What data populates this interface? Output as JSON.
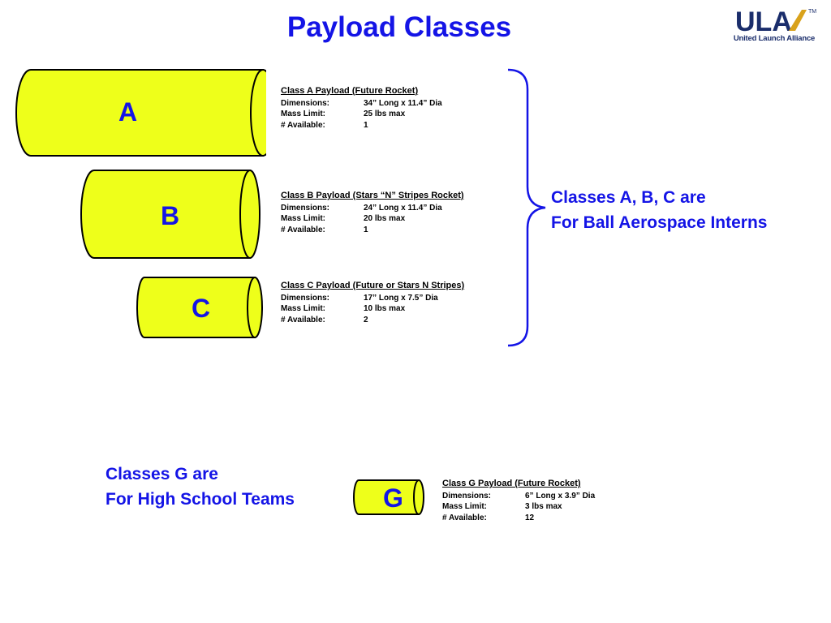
{
  "title": "Payload Classes",
  "logo": {
    "mark": "ULA",
    "tm": "TM",
    "name": "United Launch Alliance"
  },
  "colors": {
    "title_blue": "#1414e6",
    "cylinder_fill": "#eeff1a",
    "logo_navy": "#1a2d6b",
    "logo_gold": "#d9a21b"
  },
  "payloads": [
    {
      "letter": "A",
      "heading": "Class A Payload (Future Rocket)",
      "rows": [
        {
          "label": "Dimensions:",
          "value": "34” Long x 11.4” Dia"
        },
        {
          "label": "Mass Limit:",
          "value": "25 lbs max"
        },
        {
          "label": "# Available:",
          "value": "1"
        }
      ]
    },
    {
      "letter": "B",
      "heading": "Class B Payload (Stars “N” Stripes Rocket)",
      "rows": [
        {
          "label": "Dimensions:",
          "value": "24” Long x 11.4” Dia"
        },
        {
          "label": "Mass Limit:",
          "value": "20 lbs max"
        },
        {
          "label": "# Available:",
          "value": "1"
        }
      ]
    },
    {
      "letter": "C",
      "heading": "Class C Payload (Future or Stars N Stripes)",
      "rows": [
        {
          "label": "Dimensions:",
          "value": "17” Long x 7.5” Dia"
        },
        {
          "label": "Mass Limit:",
          "value": "10 lbs max"
        },
        {
          "label": "# Available:",
          "value": "2"
        }
      ]
    },
    {
      "letter": "G",
      "heading": "Class G Payload (Future Rocket)",
      "rows": [
        {
          "label": "Dimensions:",
          "value": "6” Long x 3.9” Dia"
        },
        {
          "label": "Mass Limit:",
          "value": "3 lbs max"
        },
        {
          "label": "# Available:",
          "value": "12"
        }
      ]
    }
  ],
  "notes": {
    "abc": {
      "line1": "Classes A, B, C are",
      "line2": "For Ball Aerospace Interns"
    },
    "g": {
      "line1": "Classes G are",
      "line2": "For High School Teams"
    }
  }
}
